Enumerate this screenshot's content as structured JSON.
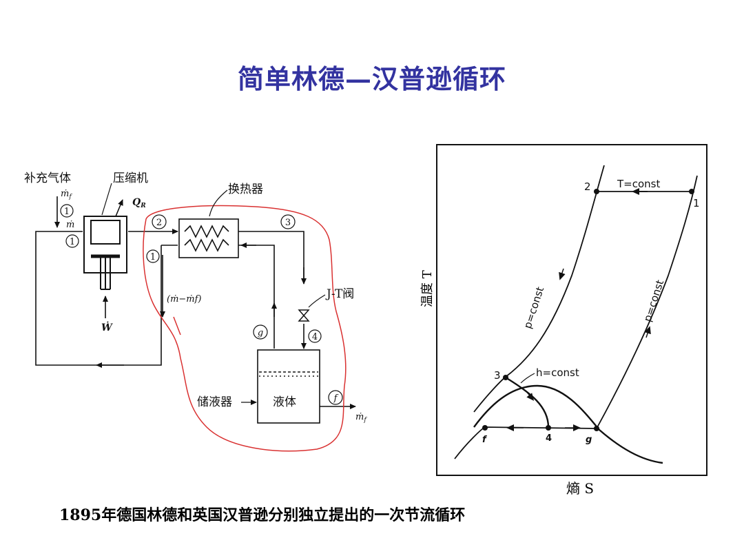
{
  "title": "简单林德—汉普逊循环",
  "caption": "1895年德国林德和英国汉普逊分别独立提出的一次节流循环",
  "colors": {
    "title": "#3333a0",
    "outline": "#d93030",
    "ink": "#111111"
  },
  "schematic": {
    "makeup_gas": "补充气体",
    "makeup_flow": "ṁ",
    "makeup_flow_sub": "f",
    "compressor": "压缩机",
    "heat_rejected": "Q",
    "heat_rejected_sub": "R",
    "heat_exchanger": "换热器",
    "mass_flow": "ṁ",
    "work": "Ẇ",
    "return_flow": "(ṁ−ṁf)",
    "jt_valve": "J-T阀",
    "receiver": "储液器",
    "liquid": "液体",
    "product_flow": "ṁ",
    "product_flow_sub": "f",
    "states": {
      "s1_inlet": "1",
      "s1_comp": "1",
      "s2": "2",
      "s3": "3",
      "s1_return": "1",
      "s4": "4",
      "sg": "g",
      "sf": "f"
    }
  },
  "ts_diagram": {
    "y_axis": "温度 T",
    "x_axis": "熵 S",
    "isotherm": "T=const",
    "isobar_high": "p=const",
    "isobar_low": "p=const",
    "isenthalp": "h=const",
    "points": {
      "p1": "1",
      "p2": "2",
      "p3": "3",
      "p4": "4",
      "pf": "f",
      "pg": "g"
    }
  }
}
